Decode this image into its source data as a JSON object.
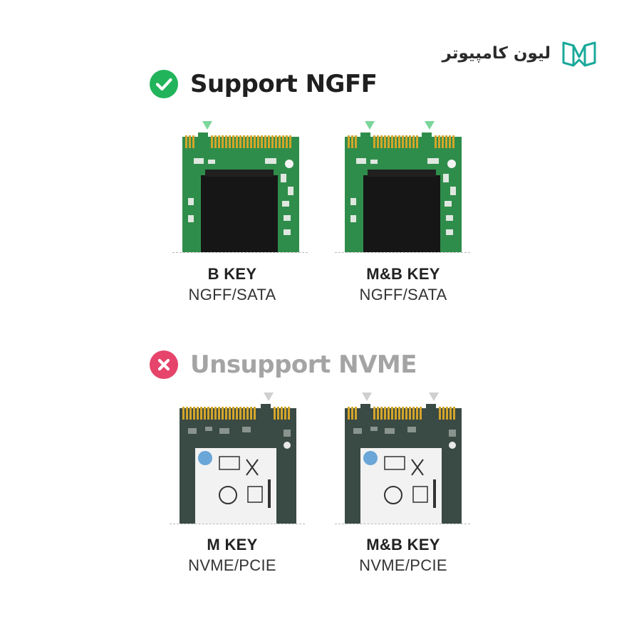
{
  "logo": {
    "text": "لیون کامپیوتر",
    "icon": "book-shield-icon",
    "colors": {
      "teal": "#1aa99a",
      "text": "#2b2b2b"
    }
  },
  "support": {
    "title": "Support NGFF",
    "icon": "check-icon",
    "color": "#22b45a",
    "cards": [
      {
        "key": "B KEY",
        "protocol": "NGFF/SATA",
        "notches": "B"
      },
      {
        "key": "M&B KEY",
        "protocol": "NGFF/SATA",
        "notches": "M+B"
      }
    ]
  },
  "unsupport": {
    "title": "Unsupport NVME",
    "icon": "x-icon",
    "color": "#e6446b",
    "cards": [
      {
        "key": "M KEY",
        "protocol": "NVME/PCIE",
        "notches": "M"
      },
      {
        "key": "M&B KEY",
        "protocol": "NVME/PCIE",
        "notches": "M+B"
      }
    ]
  },
  "colors": {
    "pcb_green": "#2f8d4b",
    "pcb_dark": "#3a4a44",
    "gold": "#d4a52a",
    "chip": "#161616",
    "notch_green": "#7bd69a",
    "notch_gray": "#cfcfcf"
  }
}
